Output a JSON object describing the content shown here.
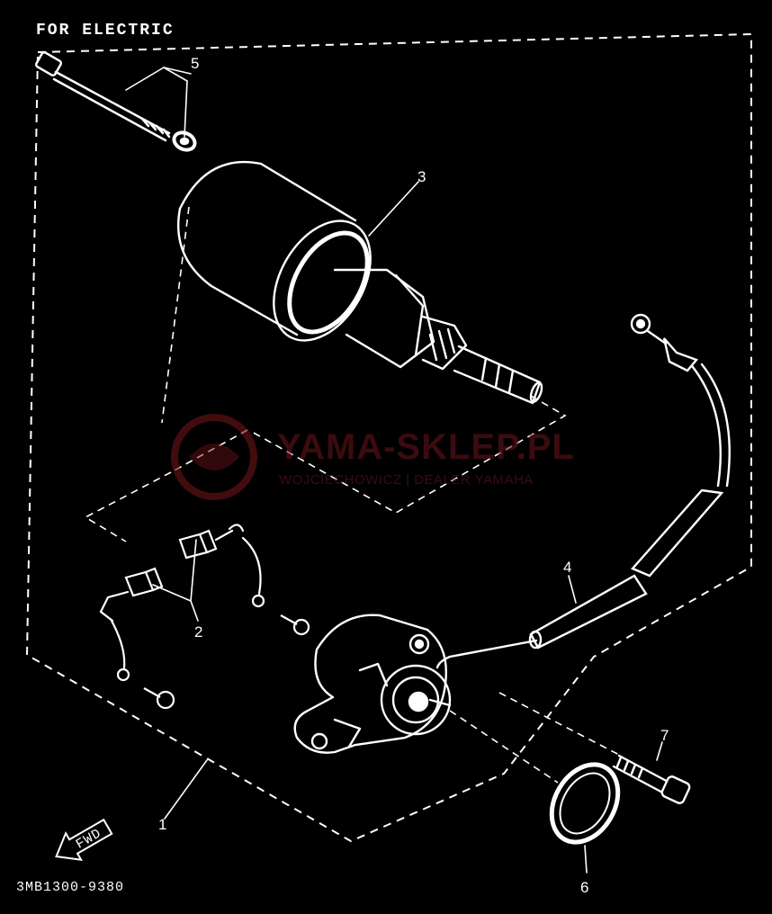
{
  "header": {
    "title": "FOR ELECTRIC"
  },
  "footer": {
    "drawing_code": "3MB1300-9380",
    "fwd_label": "FWD"
  },
  "watermark": {
    "main_text": "YAMA-SKLEP.PL",
    "sub_text": "WOJCIECHOWICZ | DEALER YAMAHA",
    "color": "#6e1419"
  },
  "callouts": {
    "n1": "1",
    "n2": "2",
    "n3": "3",
    "n4": "4",
    "n5": "5",
    "n6": "6",
    "n7": "7"
  },
  "colors": {
    "background": "#000000",
    "linework": "#ffffff"
  }
}
